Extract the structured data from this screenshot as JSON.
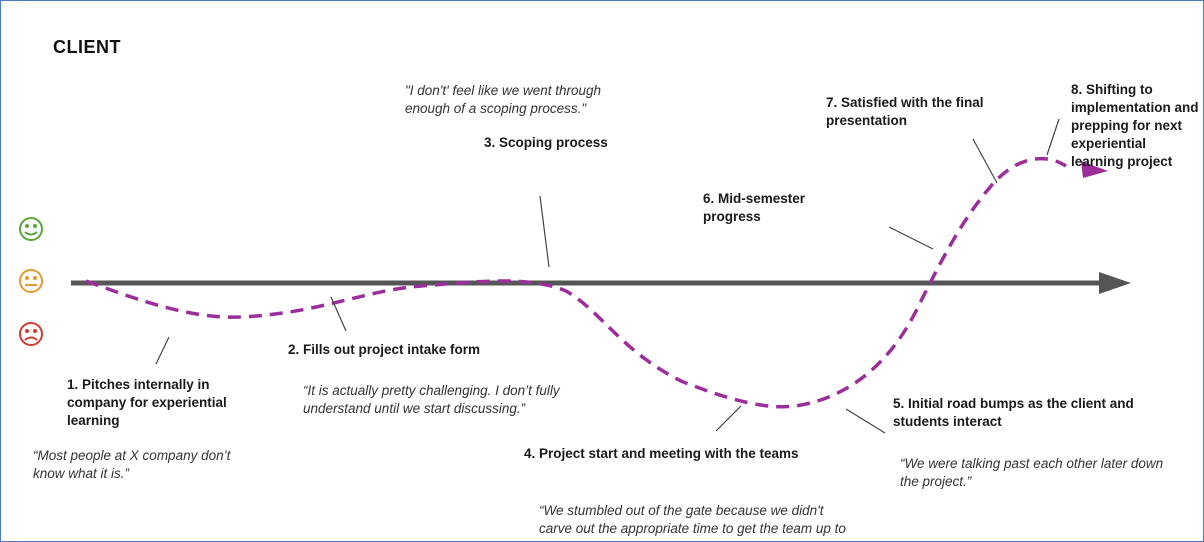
{
  "title": "CLIENT",
  "faces": [
    {
      "name": "happy-face-icon",
      "mood": "satisfied",
      "color": "#5aa63a"
    },
    {
      "name": "neutral-face-icon",
      "mood": "neutral",
      "color": "#e69a2e"
    },
    {
      "name": "sad-face-icon",
      "mood": "dissatisfied",
      "color": "#d23a32"
    }
  ],
  "colors": {
    "axis": "#555555",
    "curve": "#9b2e9b"
  },
  "steps": [
    {
      "label": "1.  Pitches internally in company for experiential learning",
      "quote": "“Most people at X company don’t know what it is.”"
    },
    {
      "label": "2. Fills out project intake form",
      "quote": "“It is actually pretty challenging. I don’t fully understand until we start discussing.”"
    },
    {
      "label": "3. Scoping process",
      "quote": "\"I don't' feel like we went through enough of a scoping process.\""
    },
    {
      "label": "4. Project start and meeting with the teams",
      "quote": "“We stumbled out of the gate because we didn't carve out the appropriate time to get the team up to speed.”"
    },
    {
      "label": "5. Initial road bumps as the client and students interact",
      "quote": "“We were talking past each other later down the project.”"
    },
    {
      "label": "6. Mid-semester progress",
      "quote": ""
    },
    {
      "label": "7. Satisfied with the final presentation",
      "quote": ""
    },
    {
      "label": "8. Shifting to implementation and prepping for next experiential learning project",
      "quote": ""
    }
  ]
}
